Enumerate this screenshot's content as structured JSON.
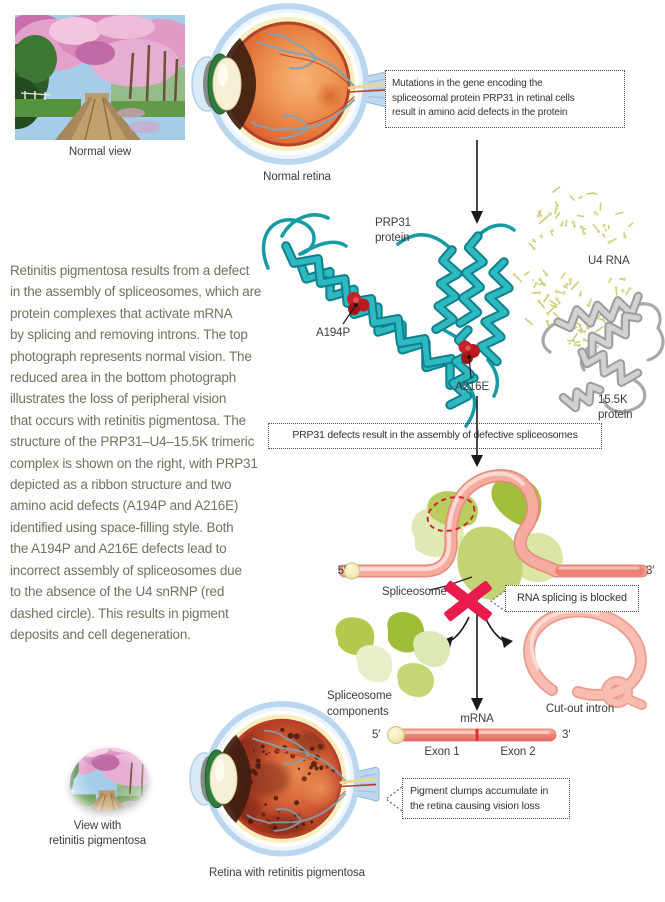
{
  "top_row": {
    "normal_view_caption": "Normal view",
    "normal_retina_caption": "Normal retina",
    "mutation_callout": "Mutations in the gene encoding the\nspliceosomal protein PRP31 in retinal cells\nresult in amino acid defects in the protein"
  },
  "left_text": "Retinitis pigmentosa results from a defect\nin the assembly of spliceosomes, which are\nprotein complexes that activate mRNA\nby splicing and removing introns. The top\nphotograph represents normal vision. The\nreduced area in the bottom photograph\nillustrates the loss of peripheral vision\nthat occurs with retinitis pigmentosa. The\nstructure of the PRP31–U4–15.5K trimeric\ncomplex is shown on the right, with PRP31\ndepicted as a ribbon structure and two\namino acid defects (A194P and A216E)\nidentified using space-filling style. Both\nthe A194P and A216E defects lead to\nincorrect assembly of spliceosomes due\nto the absence of the U4 snRNP (red\ndashed circle). This results in pigment\ndeposits and cell degeneration.",
  "complex": {
    "prp31_label": "PRP31\nprotein",
    "u4_rna_label": "U4 RNA",
    "protein_155k_label": "15.5K\nprotein",
    "defect_a194p": "A194P",
    "defect_a216e": "A216E",
    "banner": "PRP31 defects result in the assembly of defective spliceosomes"
  },
  "splicing": {
    "five_prime": "5′",
    "three_prime": "3′",
    "spliceosome_label": "Spliceosome",
    "blocked_callout": "RNA splicing is blocked",
    "components_label": "Spliceosome\ncomponents",
    "intron_label": "Cut-out intron"
  },
  "mrna": {
    "title": "mRNA",
    "five_prime": "5′",
    "three_prime": "3′",
    "exon1_label": "Exon 1",
    "exon2_label": "Exon 2"
  },
  "bottom_row": {
    "rp_view_caption": "View with\nretinitis pigmentosa",
    "rp_retina_caption": "Retina with retinitis pigmentosa",
    "pigment_callout": "Pigment clumps accumulate in\nthe retina causing vision loss"
  },
  "colors": {
    "prp31_teal": "#1fa9b3",
    "u4_rna_olive": "#d0d07e",
    "protein_155k_gray": "#bcbcbc",
    "defect_red": "#c82127",
    "rna_pink": "#f5ab9e",
    "spliceosome_green": "#b6cb52",
    "blocked_x_crimson": "#e91a4e"
  }
}
